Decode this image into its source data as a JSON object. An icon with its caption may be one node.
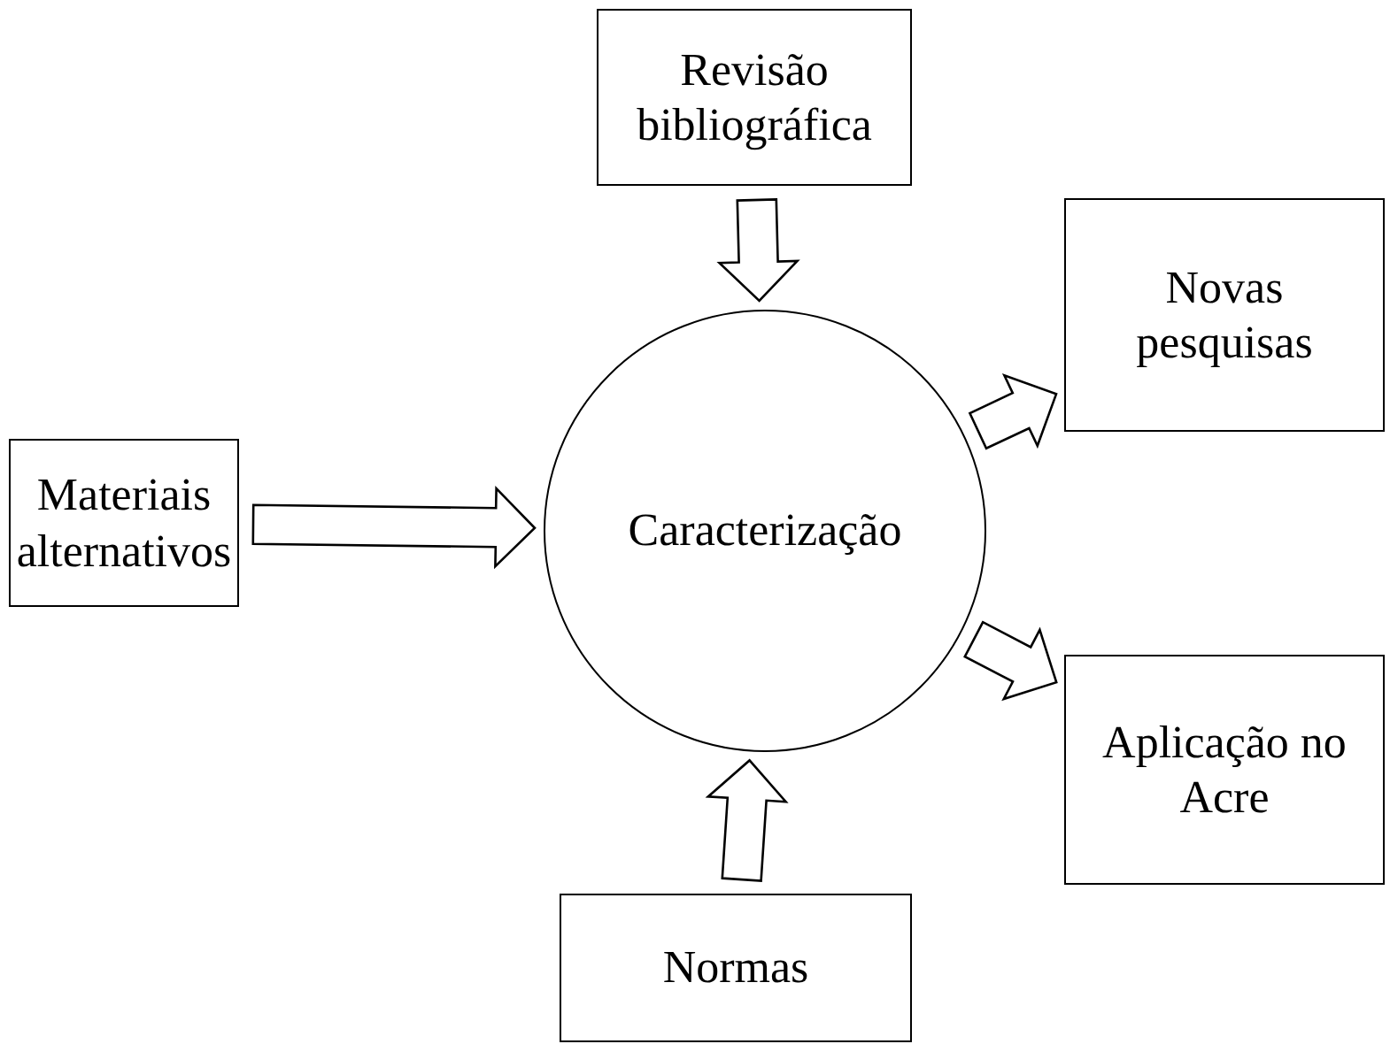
{
  "diagram": {
    "nodes": [
      {
        "text": [
          "Revisão bibliográfica"
        ]
      },
      {
        "text": [
          "Novas pesquisas"
        ]
      },
      {
        "text": [
          "Materiais alternativos"
        ]
      },
      {
        "text": [
          "Caracterização"
        ]
      },
      {
        "text": [
          "Aplicação no Acre"
        ]
      },
      {
        "text": [
          "Normas"
        ]
      }
    ],
    "edges": [
      {
        "from": 0,
        "to": 3,
        "arrow": "to"
      },
      {
        "from": 2,
        "to": 3,
        "arrow": "to"
      },
      {
        "from": 5,
        "to": 3,
        "arrow": "to"
      },
      {
        "from": 3,
        "to": 1,
        "arrow": "to"
      },
      {
        "from": 3,
        "to": 4,
        "arrow": "to"
      }
    ]
  }
}
